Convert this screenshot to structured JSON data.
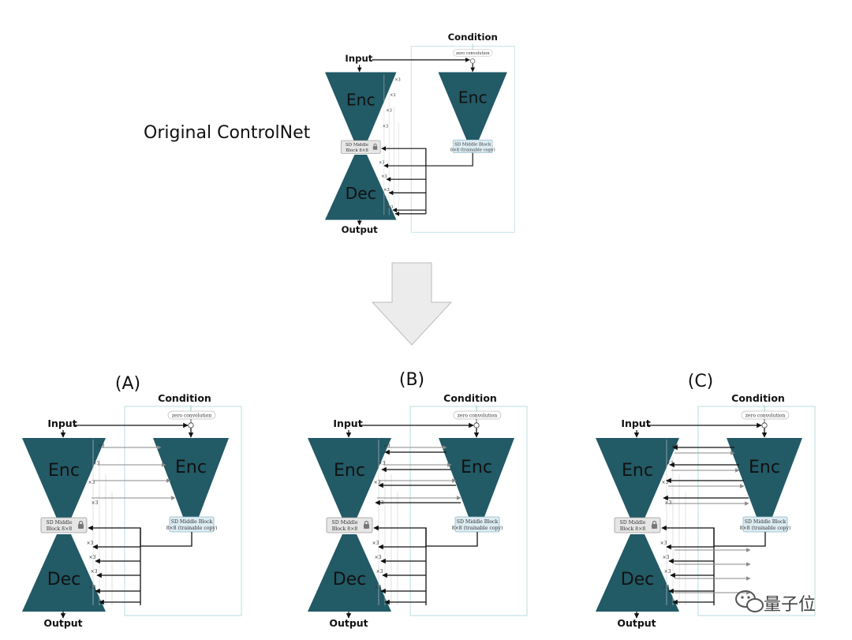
{
  "original": {
    "title": "Original ControlNet"
  },
  "panels": [
    {
      "label": "(A)",
      "variant": "A"
    },
    {
      "label": "(B)",
      "variant": "B"
    },
    {
      "label": "(C)",
      "variant": "C"
    }
  ],
  "labels": {
    "condition": "Condition",
    "input": "Input",
    "output": "Output",
    "enc": "Enc",
    "dec": "Dec",
    "zero_conv": "zero convolution",
    "sd_middle_line1": "SD Middle",
    "sd_middle_line2": "Block 8×8",
    "ctrl_middle_line1": "SD Middle Block",
    "ctrl_middle_line2": "8×8 (trainable copy)",
    "times3": "×3"
  },
  "watermark": {
    "text": "量子位",
    "icon": "wechat-icon"
  },
  "colors": {
    "teal": "#225a66",
    "line": "#111111",
    "gray_arrow": "#8a8a8a",
    "panel_border": "#b9dcdf",
    "ctrl_box": "#dcecf3",
    "big_arrow_fill": "#ececec",
    "big_arrow_stroke": "#bdbdbd"
  }
}
